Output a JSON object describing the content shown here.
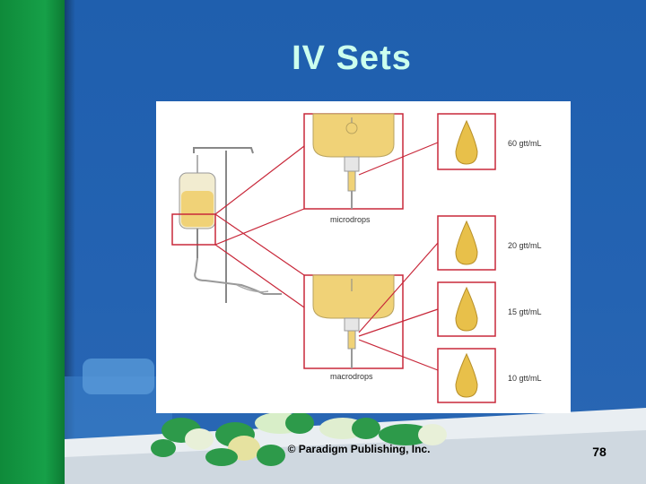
{
  "slide": {
    "title": "IV Sets",
    "copyright": "© Paradigm Publishing, Inc.",
    "page_number": "78"
  },
  "figure": {
    "microdrops_label": "microdrops",
    "macrodrops_label": "macrodrops",
    "drop_rates": [
      {
        "label": "60 gtt/mL"
      },
      {
        "label": "20 gtt/mL"
      },
      {
        "label": "15 gtt/mL"
      },
      {
        "label": "10 gtt/mL"
      }
    ]
  },
  "colors": {
    "background_blue": "#2463b2",
    "accent_green": "#16a048",
    "title_color": "#ccffee",
    "callout_red": "#c8283a",
    "fluid_yellow": "#f0d277",
    "drop_gold": "#e8c04a"
  }
}
